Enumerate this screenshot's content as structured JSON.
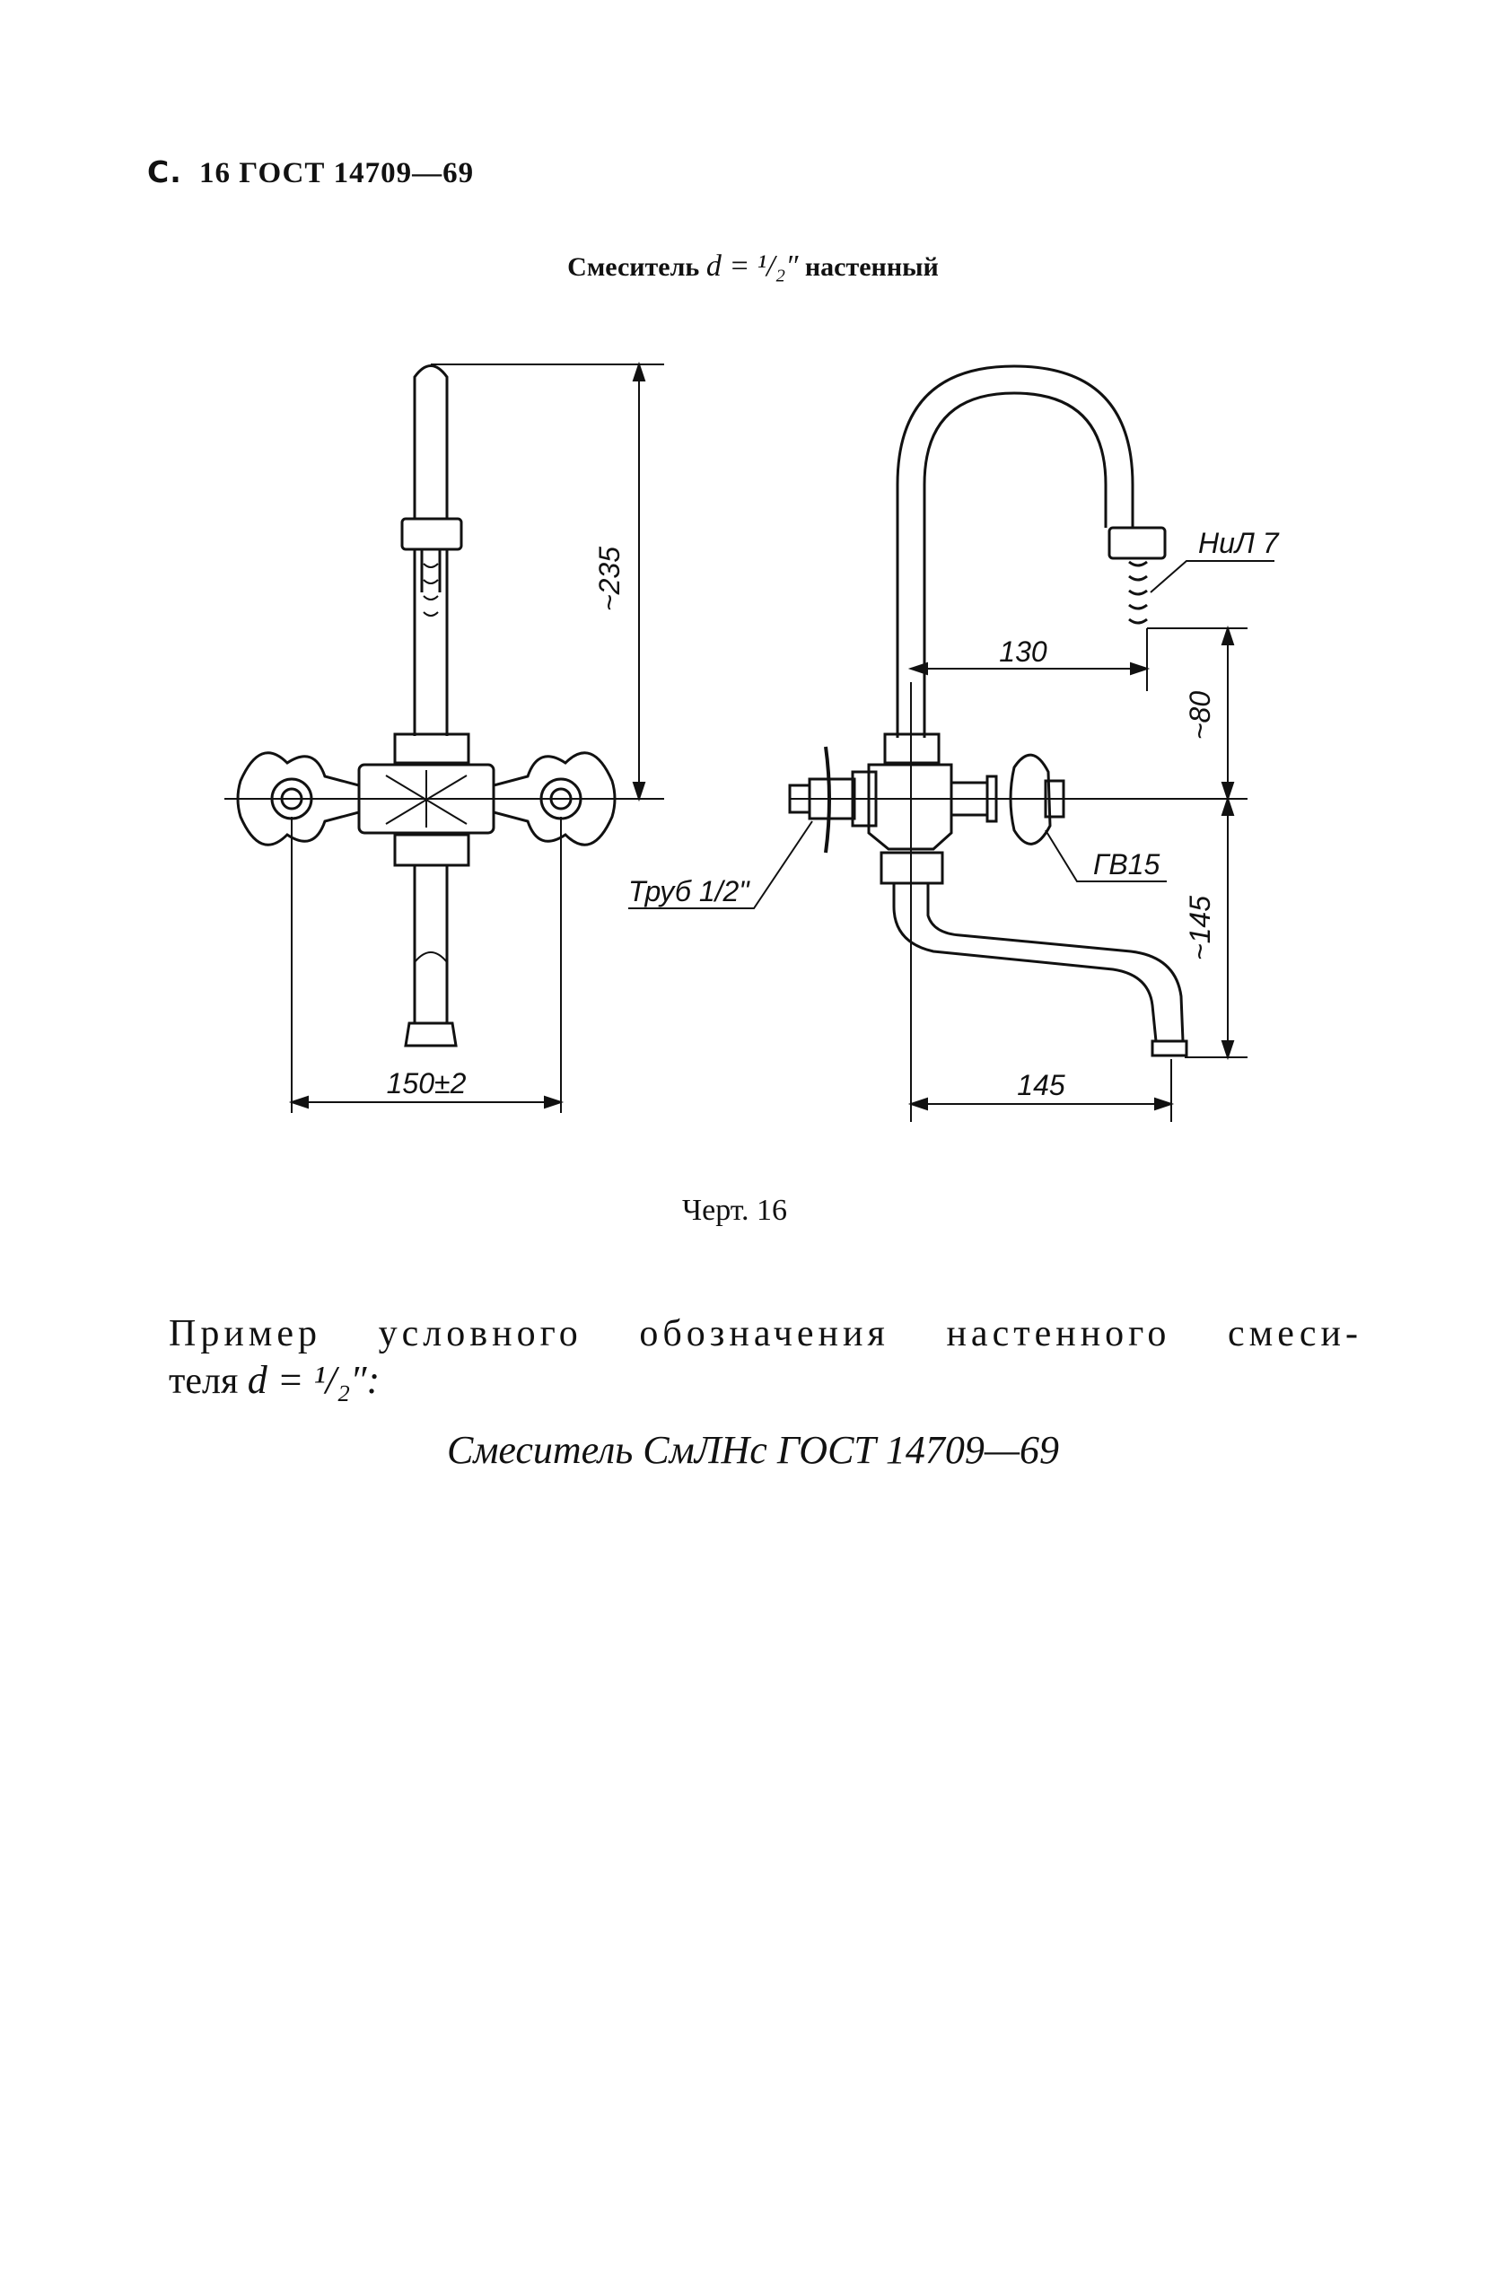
{
  "header": {
    "prefix": "С.",
    "page": "16",
    "standard": "ГОСТ 14709—69"
  },
  "title": {
    "text": "Смеситель",
    "formula": "d = ¹/₂″",
    "suffix": "настенный"
  },
  "drawing": {
    "labels": {
      "left_height": "~235",
      "left_width": "150±2",
      "right_reach_top": "130",
      "right_height_top": "~80",
      "right_height_bottom": "~145",
      "right_reach_bottom": "145",
      "callout_top": "НиЛ 7",
      "callout_valve": "ГВ15",
      "callout_pipe": "Труб 1/2\""
    }
  },
  "caption": "Черт. 16",
  "paragraph": {
    "line1": "Пример условного обозначения настенного смеси-",
    "line2_text": "теля",
    "line2_formula": "d = ¹/₂″:"
  },
  "example": "Смеситель СмЛНс ГОСТ 14709—69"
}
